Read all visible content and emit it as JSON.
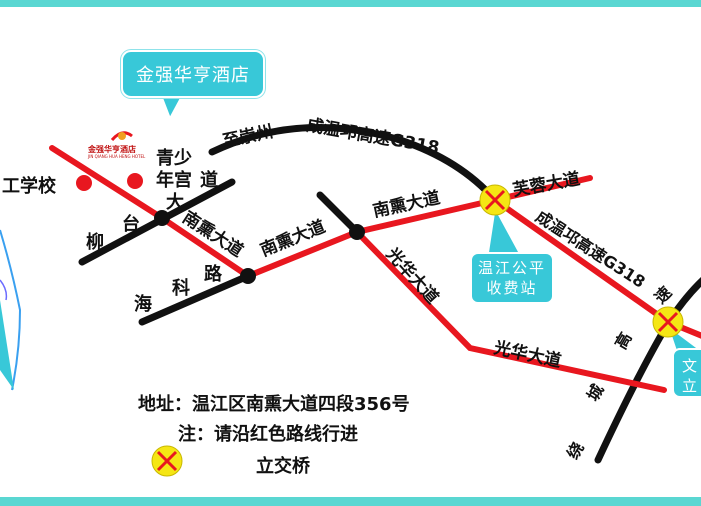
{
  "hotel": {
    "name": "金强华亨酒店",
    "logo_text": "金强华亨酒店",
    "logo_subtext": "JIN QIANG HUA HENG HOTEL"
  },
  "landmarks": {
    "school": "工学校",
    "youth_palace_line1": "青少",
    "youth_palace_line2": "年宫"
  },
  "roads": {
    "expressway_north": "至崇州",
    "expressway_name_1": "成温邛高速G318",
    "expressway_name_2": "成温邛高速G318",
    "liutai_1": "柳",
    "liutai_2": "台",
    "liutai_3": "大",
    "liutai_4": "道",
    "nanxun_1": "南熏大道",
    "nanxun_2": "南熏大道",
    "nanxun_3": "南熏大道",
    "haike_1": "海",
    "haike_2": "科",
    "haike_3": "路",
    "furong": "芙蓉大道",
    "guanghua_1": "光华大道",
    "guanghua_2": "光华大道",
    "ring_1": "高",
    "ring_2": "城",
    "ring_3": "绕",
    "ring_4": "速"
  },
  "toll": {
    "line1": "温江公平",
    "line2": "收费站"
  },
  "edge_box": {
    "line1": "文",
    "line2": "立"
  },
  "info": {
    "address": "地址：温江区南熏大道四段356号",
    "note": "注：请沿红色路线行进",
    "legend_label": "立交桥"
  },
  "colors": {
    "route": "#e8171f",
    "road": "#111111",
    "accent": "#38c8d8",
    "interchange": "#f5e614"
  }
}
